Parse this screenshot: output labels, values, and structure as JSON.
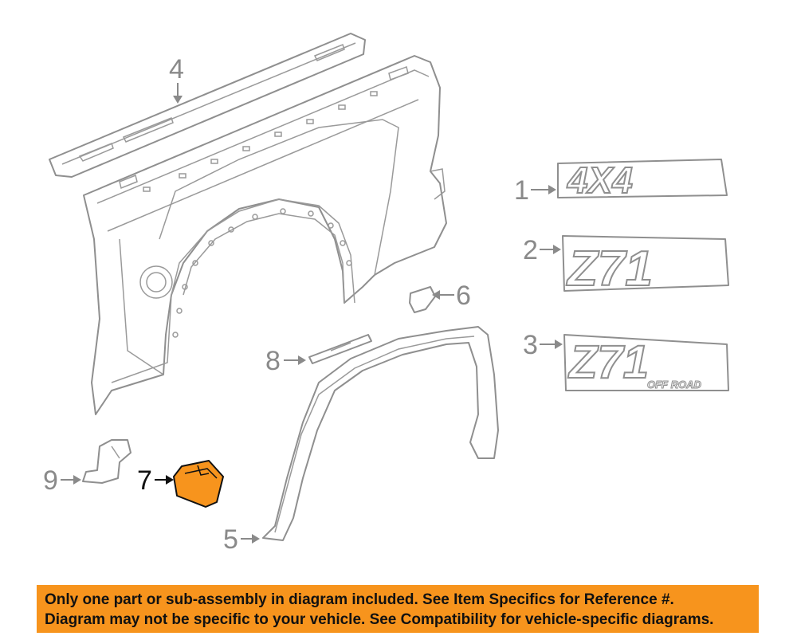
{
  "callouts": {
    "c1": "1",
    "c2": "2",
    "c3": "3",
    "c4": "4",
    "c5": "5",
    "c6": "6",
    "c7": "7",
    "c8": "8",
    "c9": "9"
  },
  "badges": {
    "badge1_text": "4X4",
    "badge2_text": "Z71",
    "badge3_text": "Z71",
    "badge3_sub": "OFF ROAD"
  },
  "disclaimer": {
    "line1": "Only one part or sub-assembly in diagram included. See Item Specifics for Reference #.",
    "line2": "Diagram may not be specific to your vehicle. See Compatibility for vehicle-specific diagrams."
  },
  "colors": {
    "highlight_part": "#f7941d",
    "line_gray": "#8f8f8f",
    "banner": "#f7941d"
  }
}
